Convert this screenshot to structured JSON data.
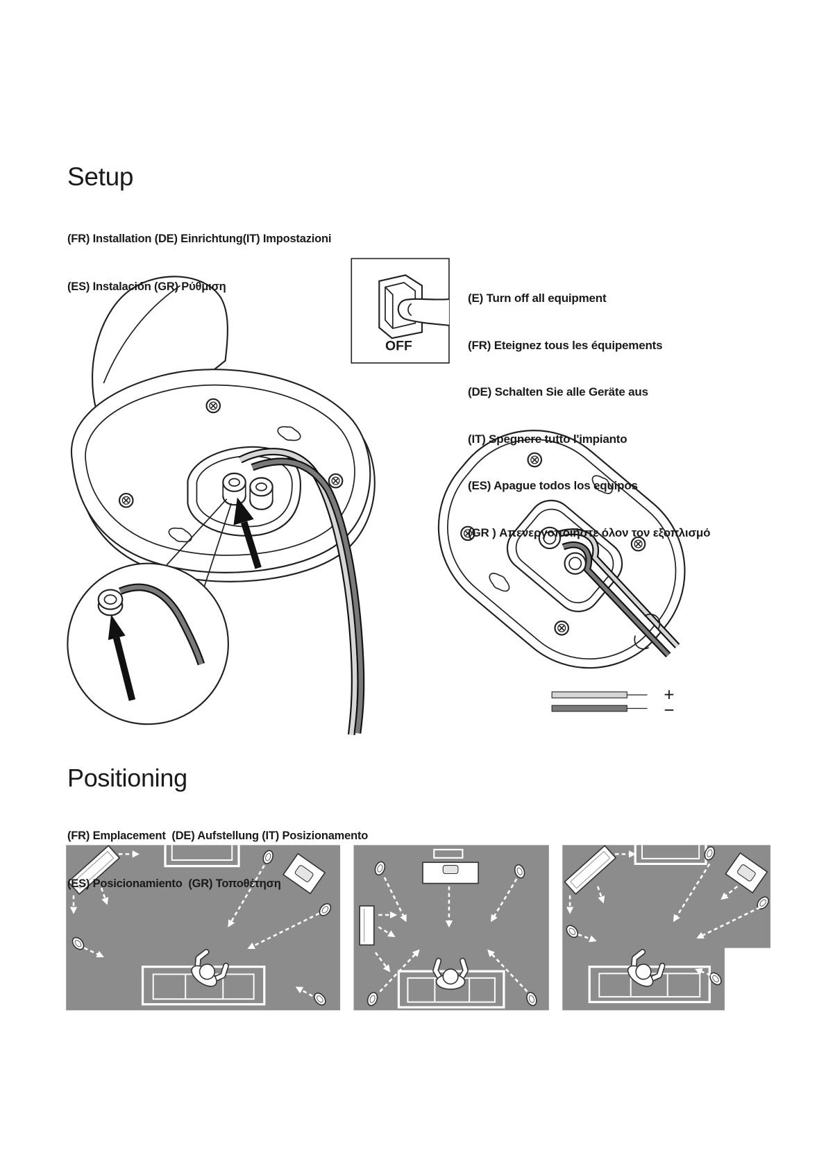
{
  "setup": {
    "title": "Setup",
    "subtitle_lines": [
      "(FR) Installation (DE) Einrichtung(IT) Impostazioni",
      "(ES) Instalación (GR) Ρύθμιση"
    ],
    "switch_label": "OFF",
    "instructions": [
      "(E) Turn off all equipment",
      "(FR) Eteignez tous les équipements",
      "(DE) Schalten Sie alle Geräte aus",
      "(IT) Spegnere tutto l'impianto",
      "(ES) Apague todos los equipos",
      "(GR ) Απενεργοποιήστε όλον τον εξοπλισμό"
    ],
    "wire_legend": {
      "positive": "+",
      "negative": "−"
    }
  },
  "positioning": {
    "title": "Positioning",
    "subtitle_lines": [
      "(FR) Emplacement  (DE) Aufstellung (IT) Posizionamento",
      "(ES) Posicionamiento  (GR) Τοποθέτηση"
    ]
  },
  "colors": {
    "ink": "#1a1a1a",
    "room_floor": "#8c8c8c",
    "wire_positive": "#d6d6d6",
    "wire_negative": "#7a7a7a"
  }
}
